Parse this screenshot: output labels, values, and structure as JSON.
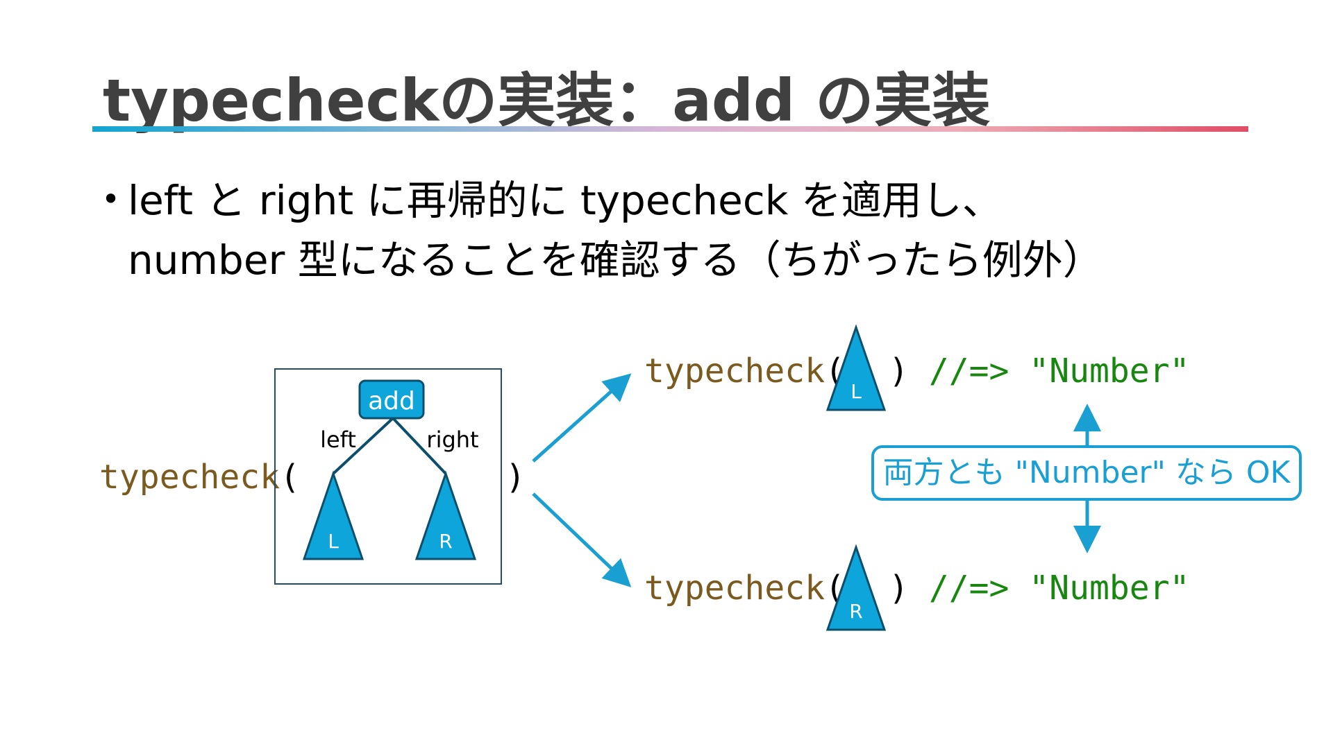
{
  "slide": {
    "title": "typecheckの実装：add の実装",
    "bullet": {
      "line1": "left と right に再帰的に typecheck を適用し、",
      "line2": "number 型になることを確認する（ちがったら例外）"
    }
  },
  "diagram": {
    "main_call": {
      "fn": "typecheck",
      "open": "(",
      "close": ")"
    },
    "tree": {
      "root": "add",
      "left_edge": "left",
      "right_edge": "right",
      "left_leaf": "L",
      "right_leaf": "R"
    },
    "result_top": {
      "fn": "typecheck",
      "open": "(",
      "leaf": "L",
      "close": ")",
      "comment": "//=> \"Number\""
    },
    "result_bottom": {
      "fn": "typecheck",
      "open": "(",
      "leaf": "R",
      "close": ")",
      "comment": "//=> \"Number\""
    },
    "callout": "両方とも \"Number\" なら OK"
  },
  "colors": {
    "accent_blue": "#1a9fd3",
    "node_fill": "#0ea5db",
    "function_name": "#7a5a1e",
    "comment_green": "#17870f",
    "title_gray": "#404040"
  }
}
